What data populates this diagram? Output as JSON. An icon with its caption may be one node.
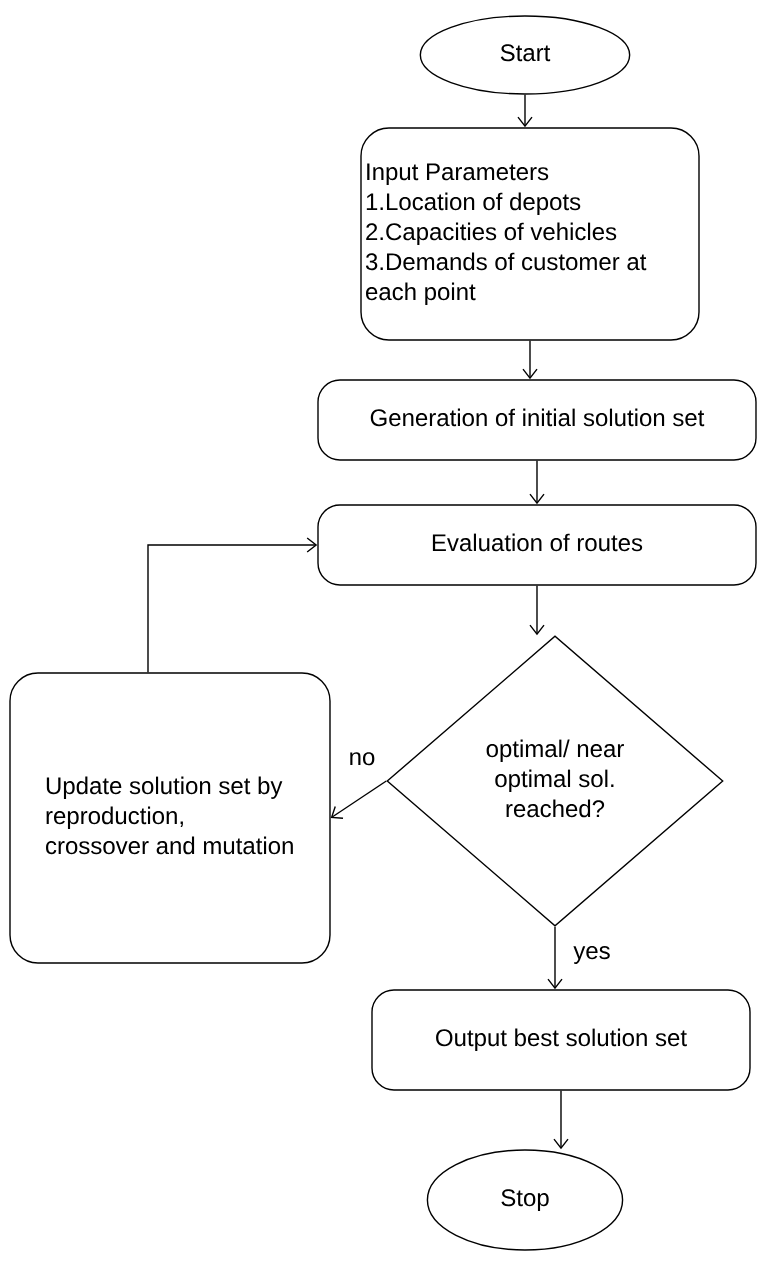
{
  "diagram": {
    "nodes": [
      {
        "text": [
          "Start"
        ]
      },
      {
        "text": [
          "Input Parameters",
          "1.Location of depots",
          "2.Capacities of vehicles",
          "3.Demands of customer at each point"
        ]
      },
      {
        "text": [
          "Generation of initial solution set"
        ]
      },
      {
        "text": [
          "Evaluation of routes"
        ]
      },
      {
        "text": [
          "optimal/ near optimal sol. reached?"
        ]
      },
      {
        "text": [
          "Update solution set by reproduction, crossover and mutation"
        ]
      },
      {
        "text": [
          "Output best solution set"
        ]
      },
      {
        "text": [
          "Stop"
        ]
      }
    ],
    "edges": [
      {
        "from": 0,
        "to": 1,
        "arrow": "to"
      },
      {
        "from": 1,
        "to": 2,
        "arrow": "to"
      },
      {
        "from": 2,
        "to": 3,
        "arrow": "to"
      },
      {
        "from": 3,
        "to": 4,
        "arrow": "to"
      },
      {
        "from": 4,
        "to": 5,
        "arrow": "to",
        "label": "no"
      },
      {
        "from": 5,
        "to": 3,
        "arrow": "to"
      },
      {
        "from": 4,
        "to": 6,
        "arrow": "to",
        "label": "yes"
      },
      {
        "from": 6,
        "to": 7,
        "arrow": "to"
      }
    ]
  }
}
